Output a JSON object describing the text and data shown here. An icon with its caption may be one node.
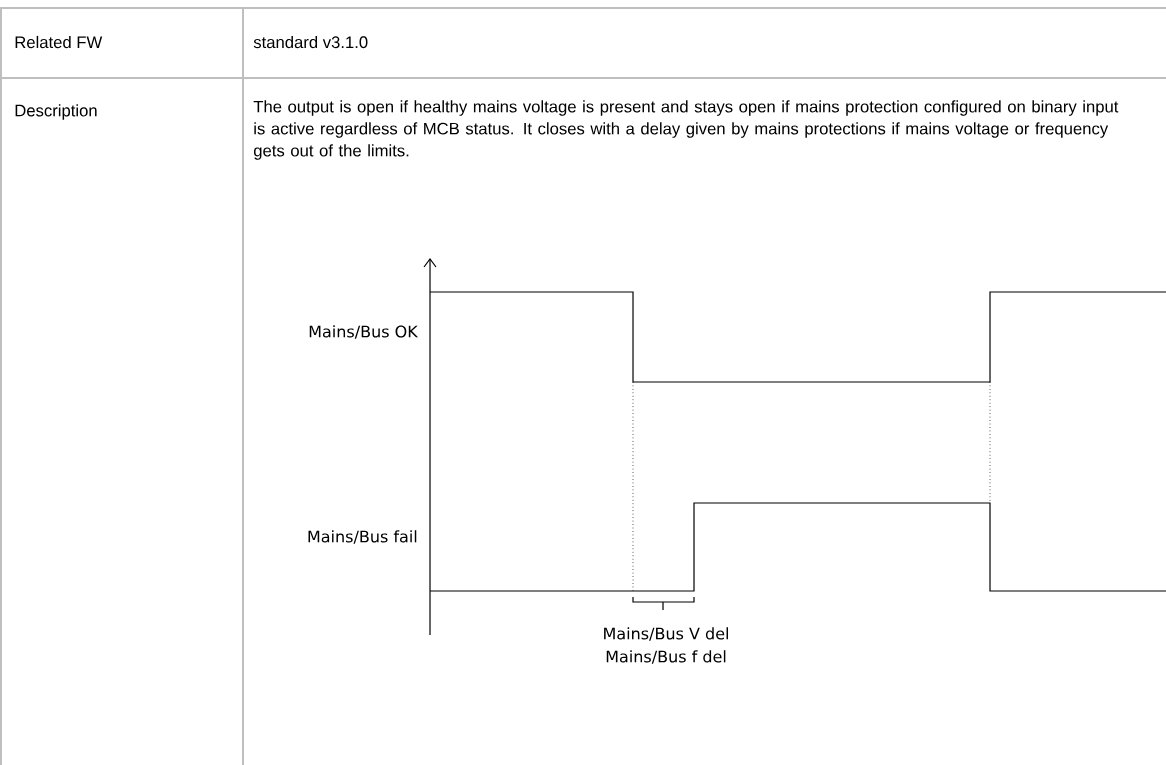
{
  "diagram": {
    "labels": [
      "Related FW",
      "standard v3.1.0",
      "Description",
      "The output is open if healthy mains voltage is present and stays open if mains protection configured on binary input is active regardless of MCB status. It closes with a delay given by mains protections if mains voltage or frequency gets out of the limits.",
      "Mains/Bus OK",
      "Mains/Bus fail",
      "Mains/Bus V del",
      "Mains/Bus f del"
    ]
  }
}
